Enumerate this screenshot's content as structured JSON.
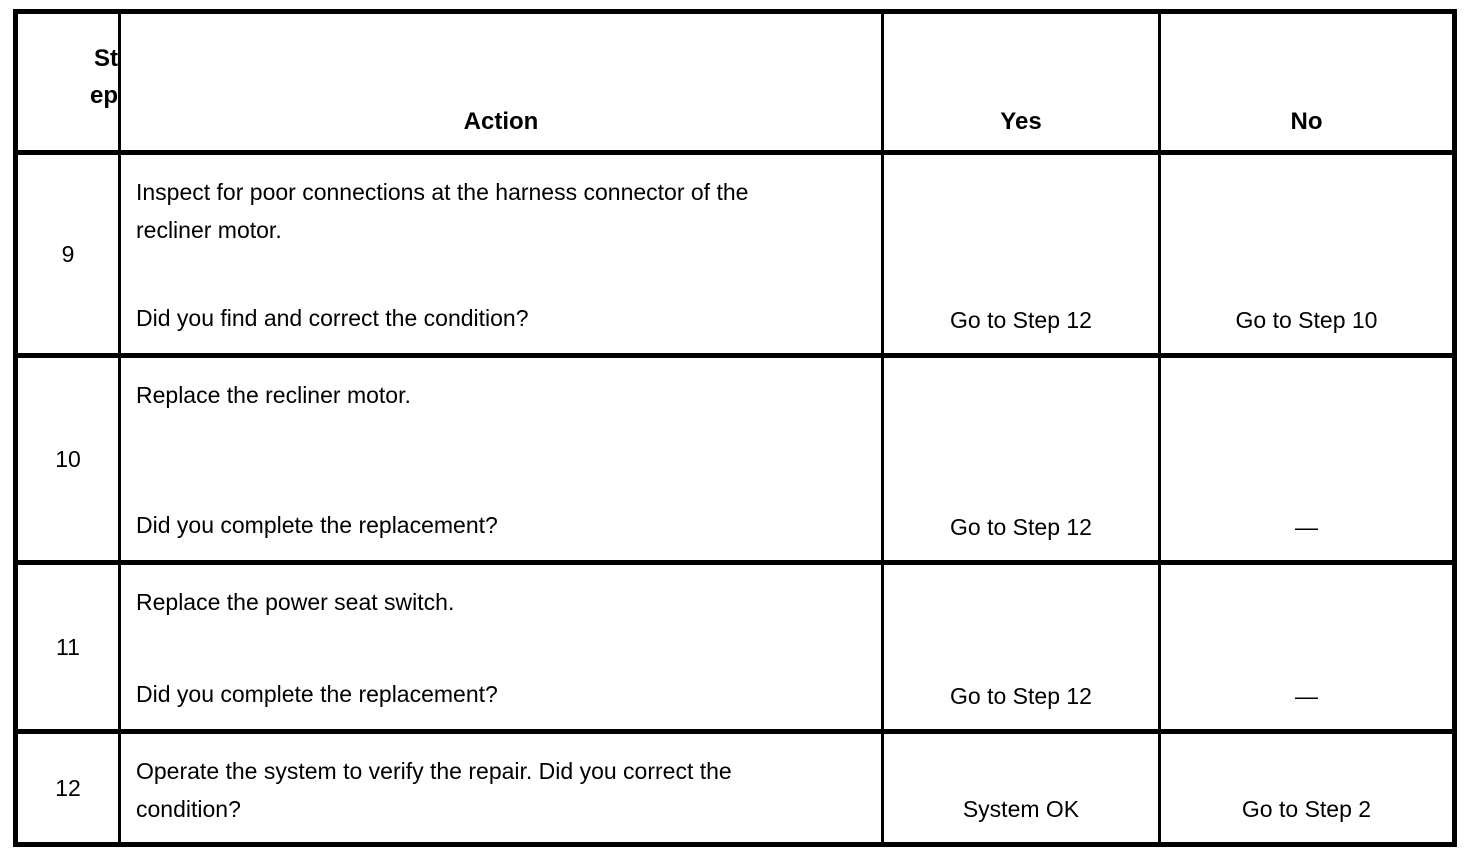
{
  "document": {
    "type": "diagnostic-procedure-table",
    "colors": {
      "border": "#000000",
      "text": "#000000",
      "background": "#ffffff"
    },
    "headers": {
      "step": [
        "St",
        "ep"
      ],
      "action": "Action",
      "yes": "Yes",
      "no": "No"
    },
    "rows": [
      {
        "step": "9",
        "action": "Inspect for poor connections at the harness connector of the recliner motor.",
        "question": "Did you find and correct the condition?",
        "yes": "Go to Step 12",
        "no": "Go to Step 10"
      },
      {
        "step": "10",
        "action": "Replace the recliner motor.",
        "question": "Did you complete the replacement?",
        "yes": "Go to Step 12",
        "no": "—"
      },
      {
        "step": "11",
        "action": "Replace the power seat switch.",
        "question": "Did you complete the replacement?",
        "yes": "Go to Step 12",
        "no": "—"
      },
      {
        "step": "12",
        "action": "Operate the system to verify the repair. Did you correct the condition?",
        "question": "",
        "yes": "System OK",
        "no": "Go to Step 2"
      }
    ]
  }
}
